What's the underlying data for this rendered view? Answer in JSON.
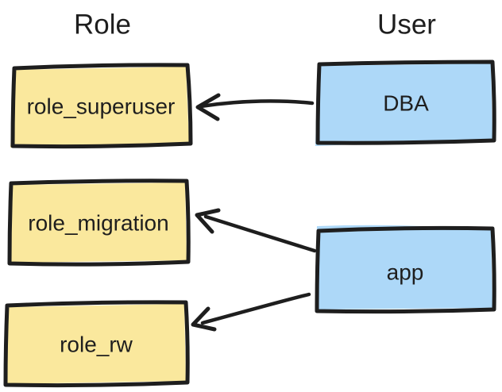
{
  "diagram": {
    "background_color": "#ffffff",
    "stroke_color": "#1e1e1e",
    "text_color": "#1e1e1e",
    "columns": {
      "left_heading": "Role",
      "right_heading": "User"
    },
    "role_nodes": {
      "fill_color": "#fae89d",
      "items": [
        {
          "label": "role_superuser"
        },
        {
          "label": "role_migration"
        },
        {
          "label": "role_rw"
        }
      ]
    },
    "user_nodes": {
      "fill_color": "#add8f8",
      "items": [
        {
          "label": "DBA"
        },
        {
          "label": "app"
        }
      ]
    },
    "edges": [
      {
        "from": "DBA",
        "to": "role_superuser"
      },
      {
        "from": "app",
        "to": "role_migration"
      },
      {
        "from": "app",
        "to": "role_rw"
      }
    ]
  }
}
